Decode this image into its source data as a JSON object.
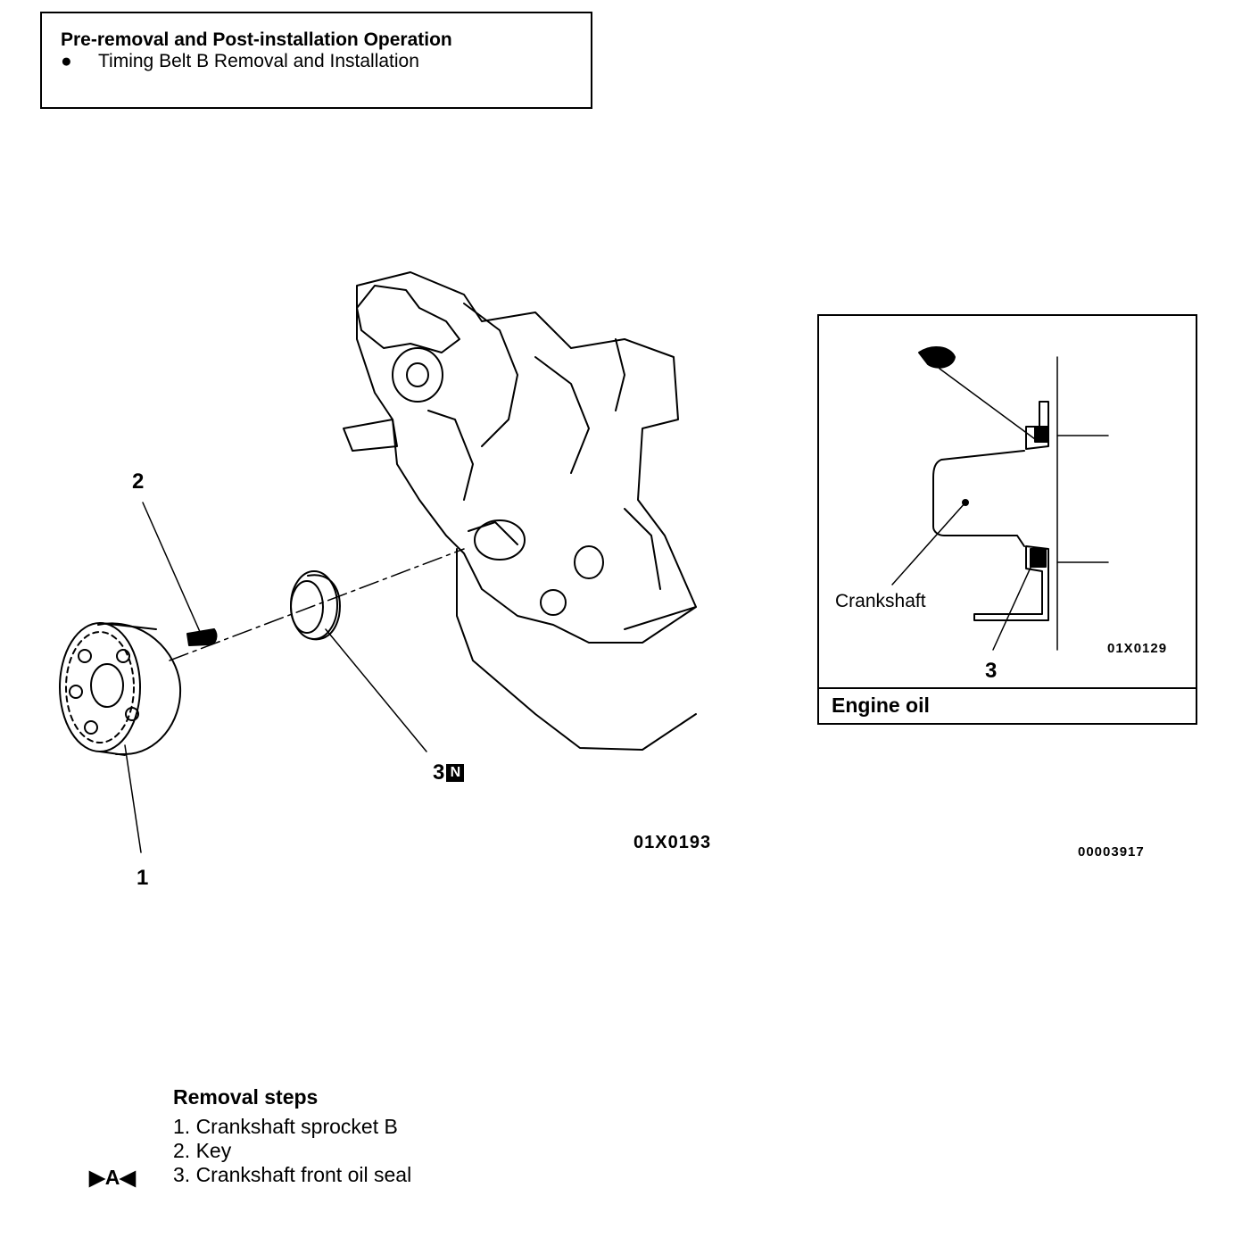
{
  "operation_box": {
    "title": "Pre-removal and Post-installation Operation",
    "bullet": "●",
    "item": "Timing Belt B Removal and Installation"
  },
  "main_figure": {
    "callouts": {
      "c1": "1",
      "c2": "2",
      "c3": "3",
      "c3_badge": "N"
    },
    "figure_code": "01X0193"
  },
  "inset": {
    "crankshaft_label": "Crankshaft",
    "callout": "3",
    "figure_code": "01X0129",
    "footer": "Engine oil"
  },
  "page_code": "00003917",
  "removal_steps": {
    "heading": "Removal steps",
    "marker": "▶A◀",
    "steps": [
      "1. Crankshaft sprocket B",
      "2. Key",
      "3. Crankshaft front oil seal"
    ]
  },
  "colors": {
    "line": "#000000",
    "background": "#ffffff"
  }
}
